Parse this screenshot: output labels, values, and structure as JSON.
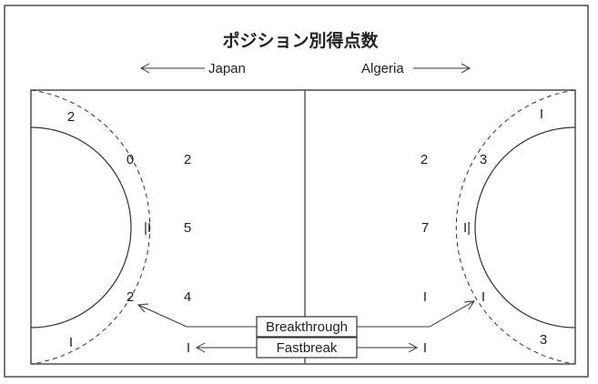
{
  "title": "ポジション別得点数",
  "teams": {
    "left": "Japan",
    "right": "Algeria"
  },
  "labels": {
    "breakthrough": "Breakthrough",
    "fastbreak": "Fastbreak"
  },
  "japan_positions": {
    "left_wing": "2",
    "left_back_9m": "2",
    "left_back_6m": "0",
    "center_9m": "5",
    "center_6m": "|I",
    "right_back_9m": "4",
    "right_back_6m": "2",
    "right_wing": "I",
    "fastbreak": "I"
  },
  "algeria_positions": {
    "left_wing": "I",
    "left_back_9m": "2",
    "left_back_6m": "3",
    "center_9m": "7",
    "center_6m": "I|",
    "right_back_9m": "I",
    "right_back_6m": "I",
    "right_wing": "3",
    "fastbreak": "I"
  }
}
